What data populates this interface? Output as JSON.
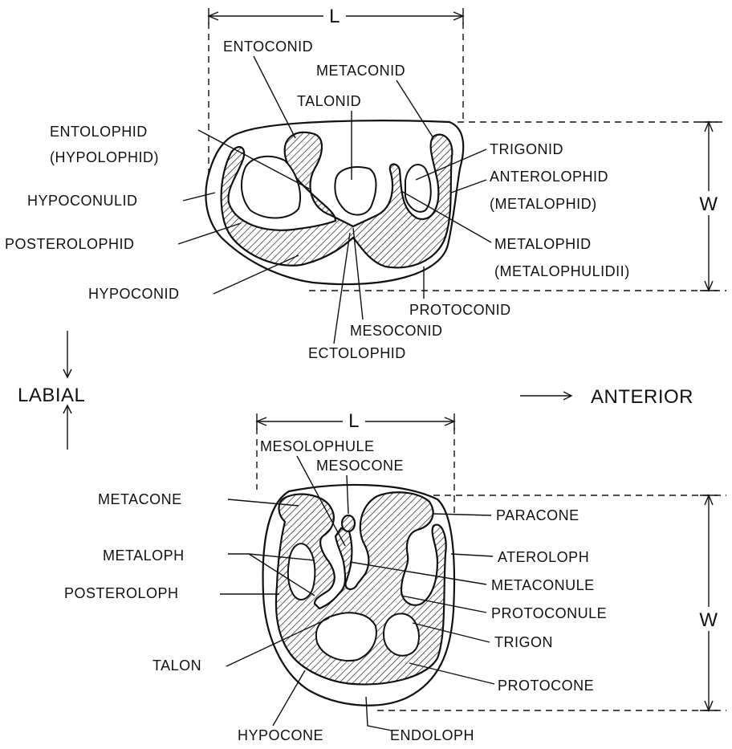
{
  "lower_molar": {
    "length_label": "L",
    "width_label": "W",
    "labels": {
      "entoconid": "ENTOCONID",
      "metaconid": "METACONID",
      "talonid": "TALONID",
      "entolophid": "ENTOLOPHID",
      "hypolophid": "(HYPOLOPHID)",
      "trigonid": "TRIGONID",
      "anterolophid": "ANTEROLOPHID",
      "metalophid_alt": "(METALOPHID)",
      "hypoconulid": "HYPOCONULID",
      "posterolophid": "POSTEROLOPHID",
      "metalophid": "METALOPHID",
      "metalophulid": "(METALOPHULIDII)",
      "hypoconid": "HYPOCONID",
      "protoconid": "PROTOCONID",
      "mesoconid": "MESOCONID",
      "ectolophid": "ECTOLOPHID"
    }
  },
  "orientation": {
    "labial": "LABIAL",
    "anterior": "ANTERIOR"
  },
  "upper_molar": {
    "length_label": "L",
    "width_label": "W",
    "labels": {
      "mesolophule": "MESOLOPHULE",
      "mesocone": "MESOCONE",
      "metacone": "METACONE",
      "paracone": "PARACONE",
      "metaloph": "METALOPH",
      "ateroloph": "ATEROLOPH",
      "metaconule": "METACONULE",
      "posteroloph": "POSTEROLOPH",
      "protoconule": "PROTOCONULE",
      "trigon": "TRIGON",
      "talon": "TALON",
      "protocone": "PROTOCONE",
      "hypocone": "HYPOCONE",
      "endoloph": "ENDOLOPH"
    }
  }
}
